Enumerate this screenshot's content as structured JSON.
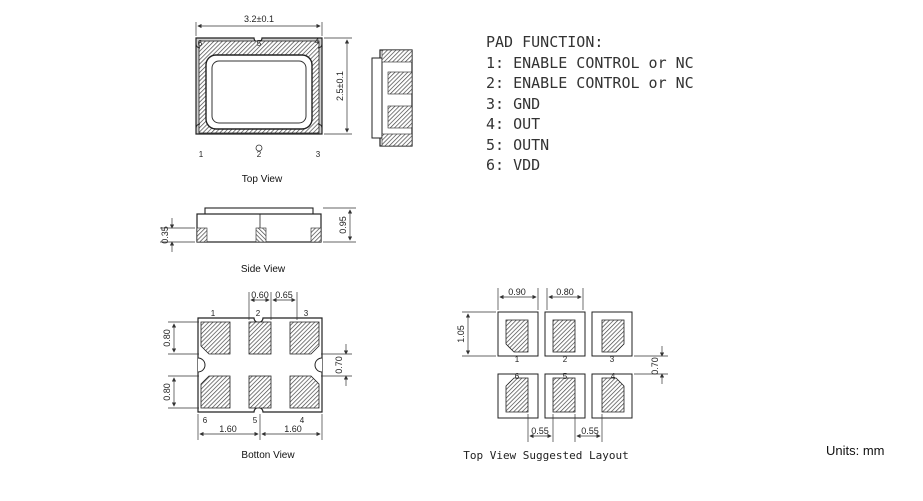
{
  "pad_function": {
    "title": "PAD FUNCTION:",
    "items": [
      "1: ENABLE CONTROL or NC",
      "2: ENABLE CONTROL or NC",
      "3: GND",
      "4: OUT",
      "5: OUTN",
      "6: VDD"
    ]
  },
  "top_view": {
    "caption": "Top View",
    "width_dim": "3.2±0.1",
    "height_dim": "2.5±0.1",
    "pins": [
      "1",
      "2",
      "3",
      "4",
      "5",
      "6"
    ]
  },
  "side_view": {
    "caption": "Side View",
    "dim_small": "0.35",
    "dim_total": "0.95"
  },
  "bottom_view": {
    "caption": "Botton View",
    "dim_pad_w": "0.60",
    "dim_gap": "0.65",
    "dim_pad_h_top": "0.80",
    "dim_pad_h_bottom": "0.80",
    "dim_row_gap": "0.70",
    "dim_pitch_left": "1.60",
    "dim_pitch_right": "1.60",
    "pins": [
      "1",
      "2",
      "3",
      "4",
      "5",
      "6"
    ]
  },
  "layout_view": {
    "caption": "Top View Suggested Layout",
    "dim_pad_w": "0.90",
    "dim_gap": "0.80",
    "dim_height": "1.05",
    "dim_row_gap": "0.70",
    "dim_bottom_left": "0.55",
    "dim_bottom_right": "0.55",
    "pins": [
      "1",
      "2",
      "3",
      "4",
      "5",
      "6"
    ]
  },
  "units": "Units: mm"
}
